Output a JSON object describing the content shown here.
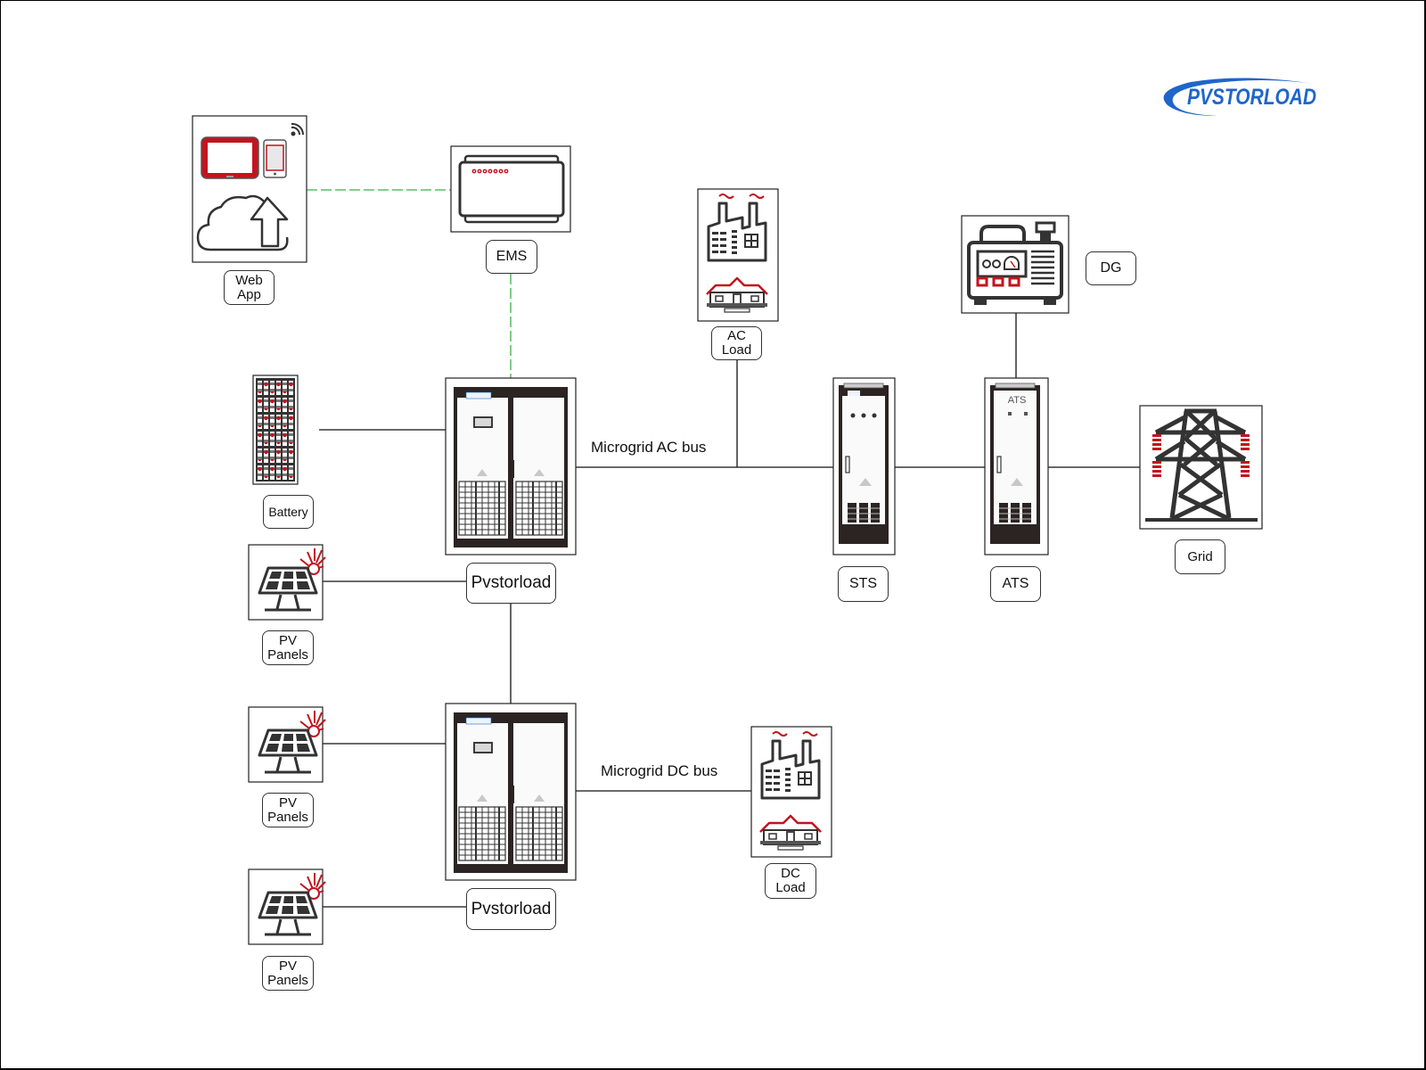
{
  "brand": {
    "name": "PVSTORLOAD",
    "color": "#1f66c9"
  },
  "colors": {
    "accent_red": "#c3141e",
    "line": "#111111",
    "comm_link": "#3cb043",
    "device_dark": "#2b2422"
  },
  "nodes": {
    "web_app": {
      "label_line1": "Web",
      "label_line2": "App",
      "icon": "tablet-phone-cloud-upload-icon"
    },
    "ems": {
      "label": "EMS",
      "icon": "ems-controller-icon"
    },
    "ac_load": {
      "label_line1": "AC",
      "label_line2": "Load",
      "icon": "factory-house-icon"
    },
    "dg": {
      "label": "DG",
      "icon": "diesel-generator-icon"
    },
    "battery": {
      "label": "Battery",
      "icon": "battery-rack-icon"
    },
    "pvstorload_1": {
      "label": "Pvstorload",
      "icon": "inverter-cabinet-icon"
    },
    "pvstorload_2": {
      "label": "Pvstorload",
      "icon": "inverter-cabinet-icon"
    },
    "sts": {
      "label": "STS",
      "icon": "sts-cabinet-icon"
    },
    "ats": {
      "label": "ATS",
      "cabinet_text": "ATS",
      "icon": "ats-cabinet-icon"
    },
    "grid": {
      "label": "Grid",
      "icon": "transmission-tower-icon"
    },
    "pv_1": {
      "label_line1": "PV",
      "label_line2": "Panels",
      "icon": "solar-panel-icon"
    },
    "pv_2": {
      "label_line1": "PV",
      "label_line2": "Panels",
      "icon": "solar-panel-icon"
    },
    "pv_3": {
      "label_line1": "PV",
      "label_line2": "Panels",
      "icon": "solar-panel-icon"
    },
    "dc_load": {
      "label_line1": "DC",
      "label_line2": "Load",
      "icon": "factory-house-icon"
    }
  },
  "buses": {
    "ac": "Microgrid AC bus",
    "dc": "Microgrid DC bus"
  },
  "connections": [
    {
      "from": "web_app",
      "to": "ems",
      "type": "communication"
    },
    {
      "from": "ems",
      "to": "pvstorload_1",
      "type": "communication"
    },
    {
      "from": "battery",
      "to": "pvstorload_1",
      "type": "power"
    },
    {
      "from": "pv_1",
      "to": "pvstorload_1",
      "type": "power"
    },
    {
      "from": "pvstorload_1",
      "to": "sts",
      "type": "ac_bus"
    },
    {
      "from": "ac_load",
      "to": "ac_bus",
      "type": "power"
    },
    {
      "from": "sts",
      "to": "ats",
      "type": "power"
    },
    {
      "from": "ats",
      "to": "grid",
      "type": "power"
    },
    {
      "from": "dg",
      "to": "ats",
      "type": "power"
    },
    {
      "from": "pvstorload_1",
      "to": "pvstorload_2",
      "type": "power"
    },
    {
      "from": "pv_2",
      "to": "pvstorload_2",
      "type": "power"
    },
    {
      "from": "pv_3",
      "to": "pvstorload_2",
      "type": "power"
    },
    {
      "from": "pvstorload_2",
      "to": "dc_load",
      "type": "dc_bus"
    }
  ]
}
